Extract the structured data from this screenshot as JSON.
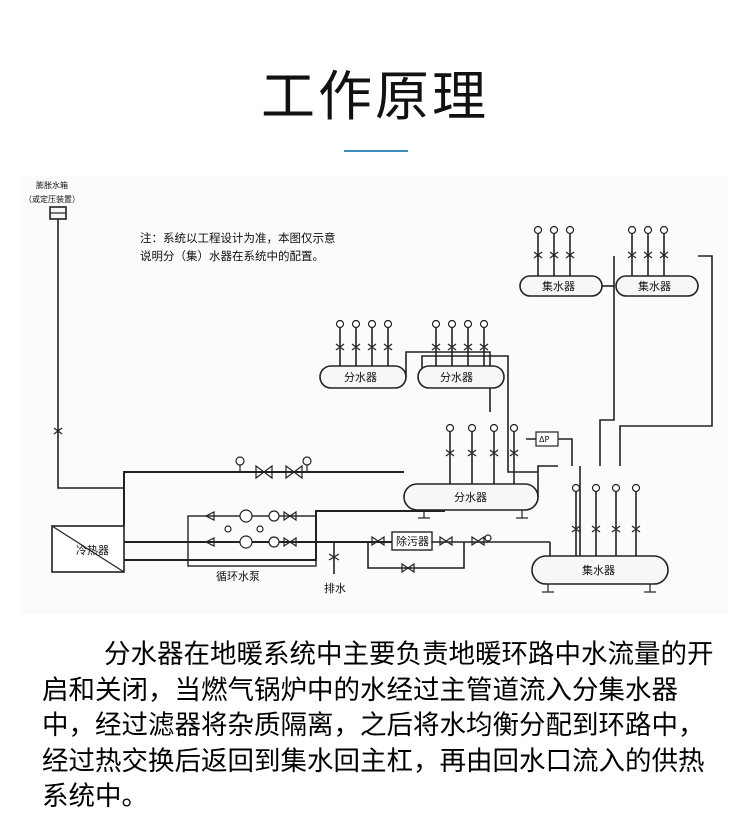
{
  "header": {
    "title": "工作原理",
    "accent_color": "#3a8fb5"
  },
  "diagram": {
    "note_line1": "注：系统以工程设计为准，本图仅示意",
    "note_line2": "说明分（集）水器在系统中的配置。",
    "expansion_tank_line1": "膨胀水箱",
    "expansion_tank_line2": "（或定压装置）",
    "manifold_left": "分水器",
    "manifold_mid": "分水器",
    "manifold_main": "分水器",
    "collector_top_left": "集水器",
    "collector_top_right": "集水器",
    "collector_main": "集水器",
    "boiler": "冷热器",
    "pump_label": "循环水泵",
    "filter_label": "除污器",
    "drain_label": "排水",
    "dp_label": "ΔP"
  },
  "description": "分水器在地暖系统中主要负责地暖环路中水流量的开启和关闭，当燃气锅炉中的水经过主管道流入分集水器中，经过滤器将杂质隔离，之后将水均衡分配到环路中，经过热交换后返回到集水回主杠，再由回水口流入的供热系统中。"
}
